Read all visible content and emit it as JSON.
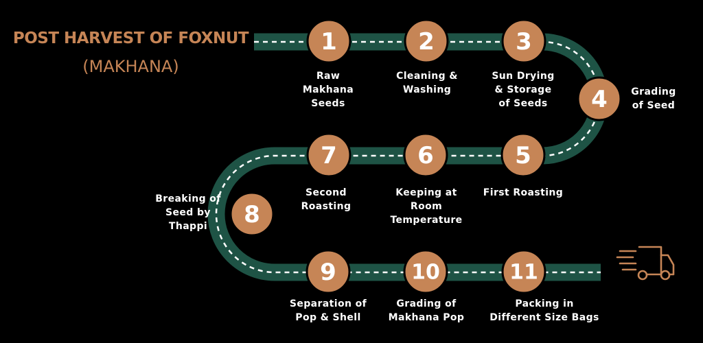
{
  "title": {
    "line1": "POST HARVEST OF FOXNUT",
    "line2": "(MAKHANA)"
  },
  "colors": {
    "background": "#000000",
    "road": "#1E5345",
    "dash": "#FFFFFF",
    "accent": "#C68556",
    "text": "#FFFFFF"
  },
  "steps": [
    {
      "number": "1",
      "label": "Raw\nMakhana\nSeeds"
    },
    {
      "number": "2",
      "label": "Cleaning &\nWashing"
    },
    {
      "number": "3",
      "label": "Sun Drying\n& Storage\nof Seeds"
    },
    {
      "number": "4",
      "label": "Grading\nof Seed"
    },
    {
      "number": "5",
      "label": "First Roasting"
    },
    {
      "number": "6",
      "label": "Keeping at\nRoom\nTemperature"
    },
    {
      "number": "7",
      "label": "Second\nRoasting"
    },
    {
      "number": "8",
      "label": "Breaking of\nSeed by\nThappi"
    },
    {
      "number": "9",
      "label": "Separation of\nPop & Shell"
    },
    {
      "number": "10",
      "label": "Grading of\nMakhana Pop"
    },
    {
      "number": "11",
      "label": "Packing in\nDifferent Size Bags"
    }
  ],
  "end_icon": "delivery-truck-icon"
}
